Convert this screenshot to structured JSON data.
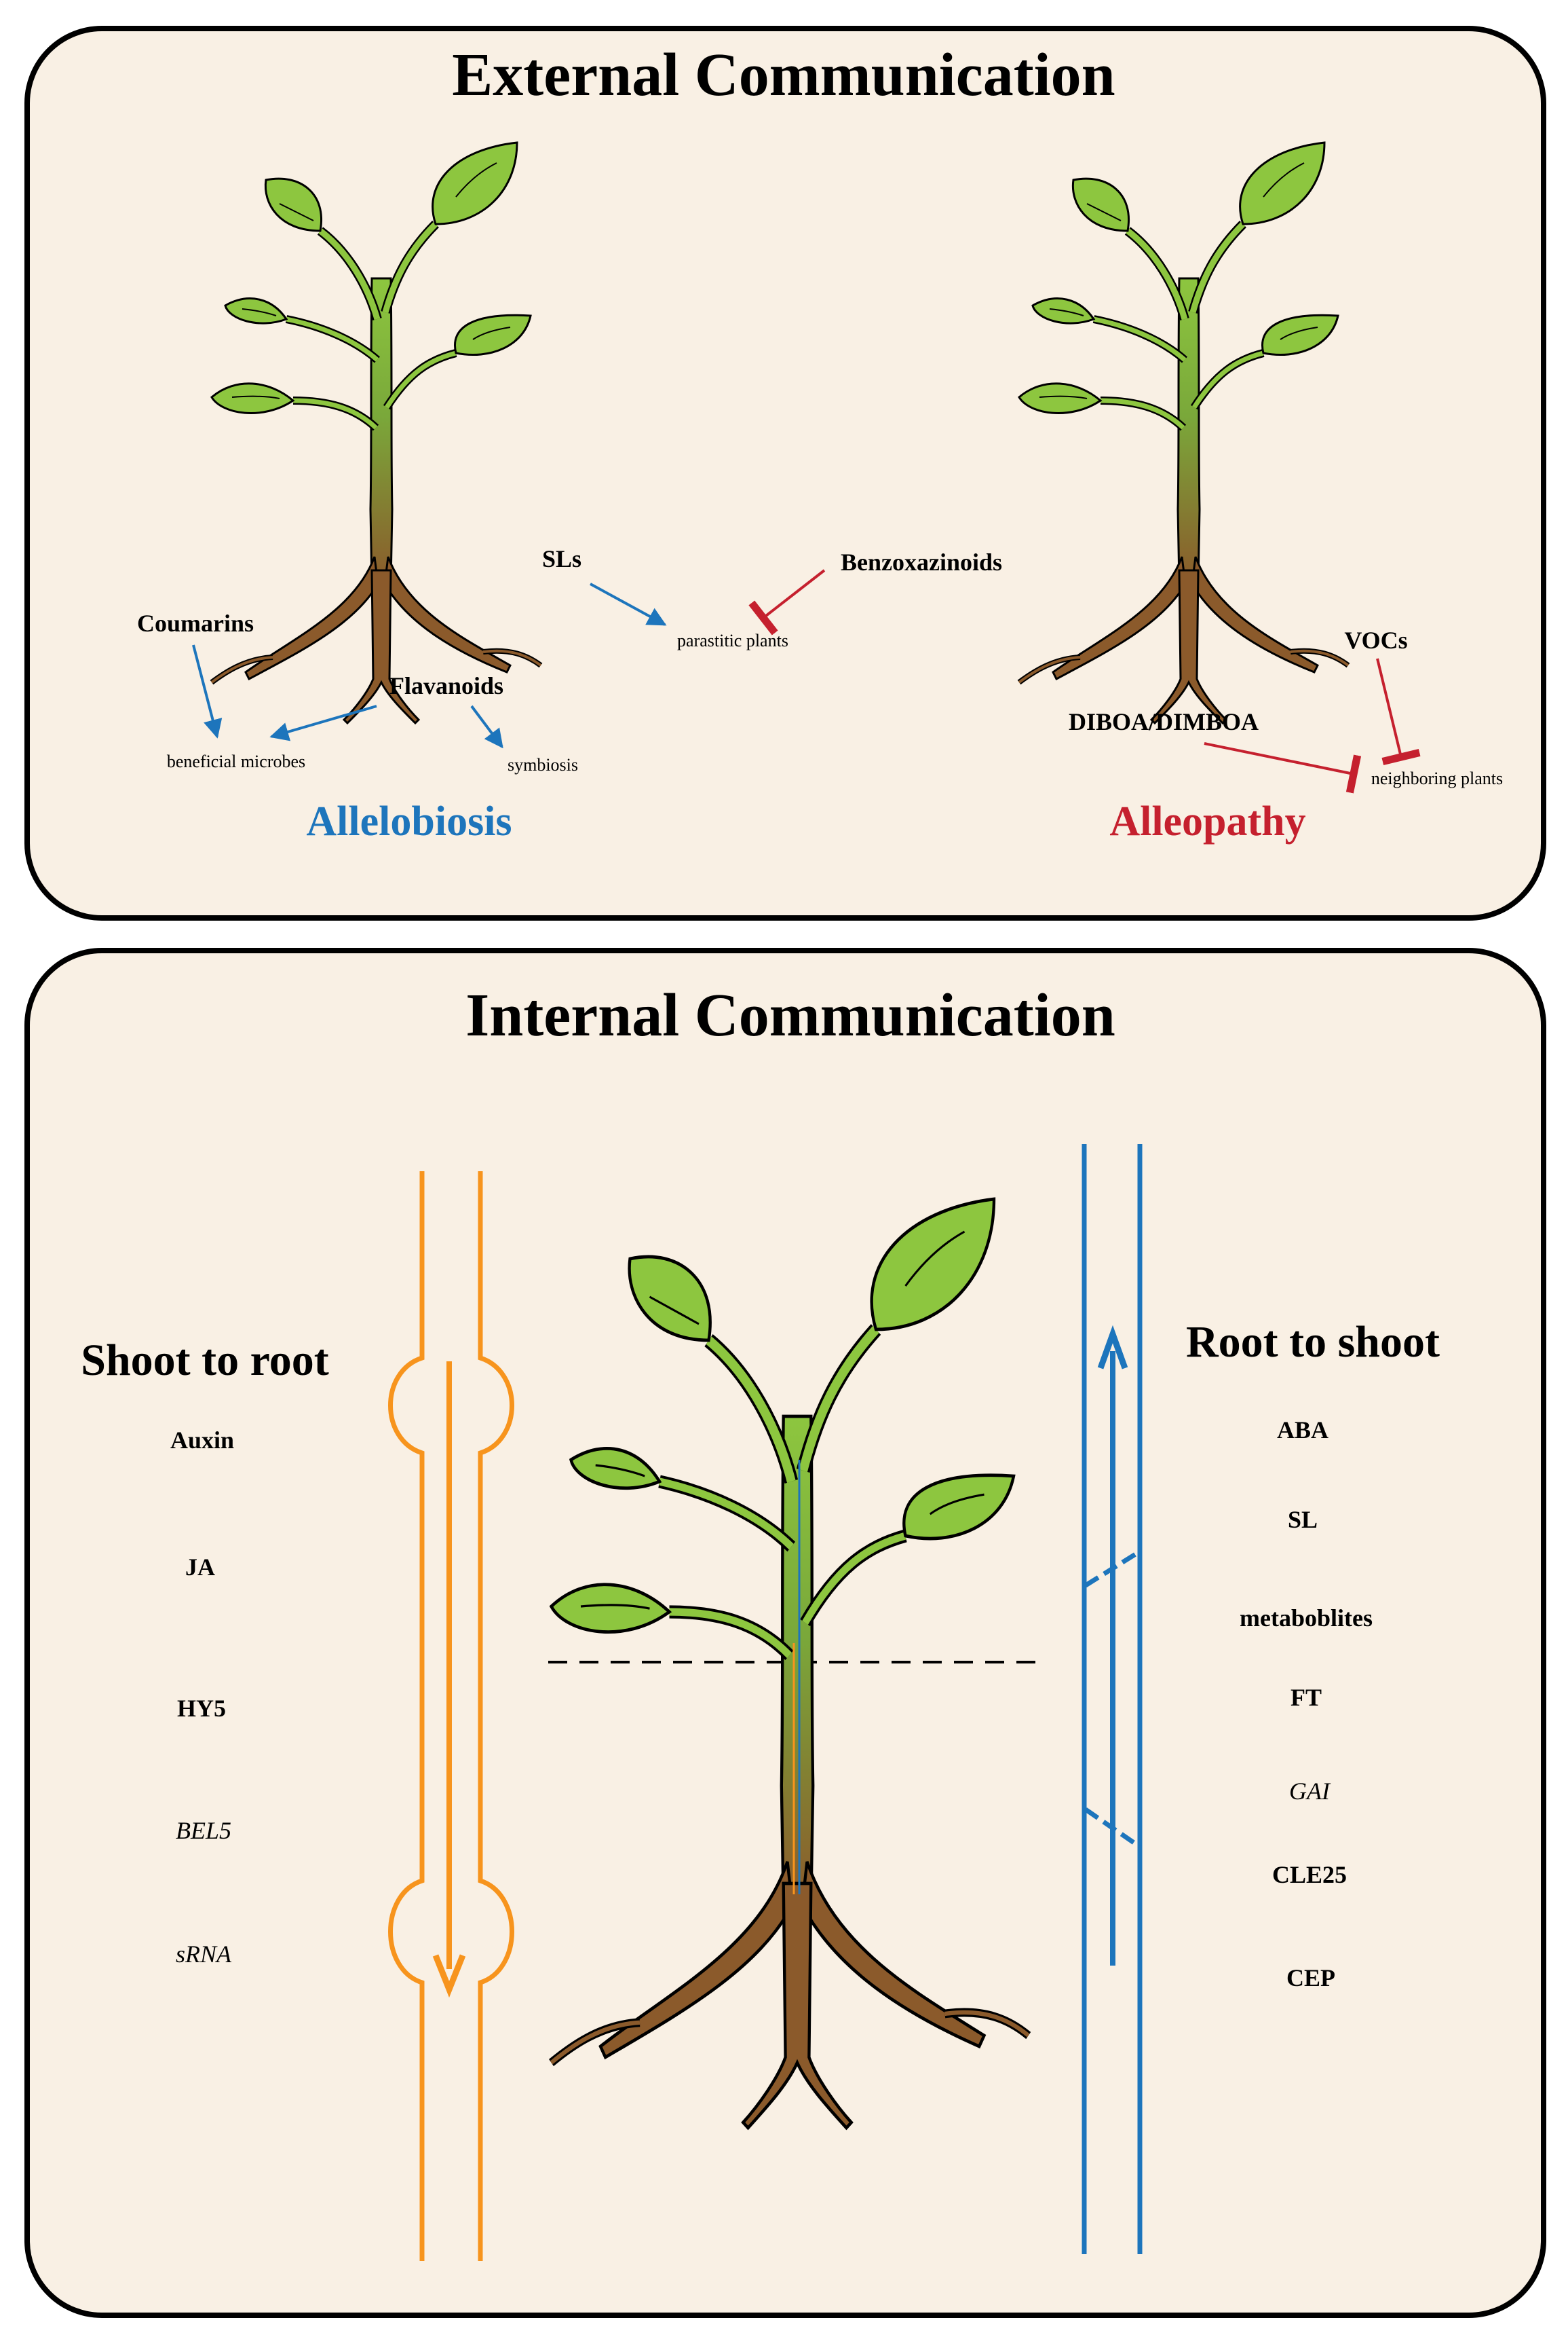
{
  "colors": {
    "panel_fill": "#f9f0e4",
    "panel_stroke": "#000000",
    "allelobiosis": "#1d75bc",
    "alleopathy": "#c5202e",
    "shoot_to_root": "#f7941d",
    "root_to_shoot": "#1d75bc",
    "leaf": "#8dc63f",
    "stem_top": "#8dc63f",
    "stem_bottom": "#8b5a2b",
    "root": "#8b5a2b",
    "text": "#000000"
  },
  "external": {
    "title": "External Communication",
    "sls": "SLs",
    "benzoxazinoids": "Benzoxazinoids",
    "coumarins": "Coumarins",
    "flavanoids": "Flavanoids",
    "parasitic_plants": "parastitic plants",
    "beneficial_microbes": "beneficial microbes",
    "symbiosis": "symbiosis",
    "allelobiosis": "Allelobiosis",
    "vocs": "VOCs",
    "diboa": "DIBOA/DIMBOA",
    "neighboring_plants": "neighboring plants",
    "alleopathy": "Alleopathy"
  },
  "internal": {
    "title": "Internal Communication",
    "shoot_to_root": {
      "heading": "Shoot to root",
      "signals": [
        "Auxin",
        "JA",
        "HY5",
        "BEL5",
        "sRNA"
      ]
    },
    "root_to_shoot": {
      "heading": "Root to shoot",
      "signals": [
        "ABA",
        "SL",
        "metaboblites",
        "FT",
        "GAI",
        "CLE25",
        "CEP"
      ]
    }
  }
}
